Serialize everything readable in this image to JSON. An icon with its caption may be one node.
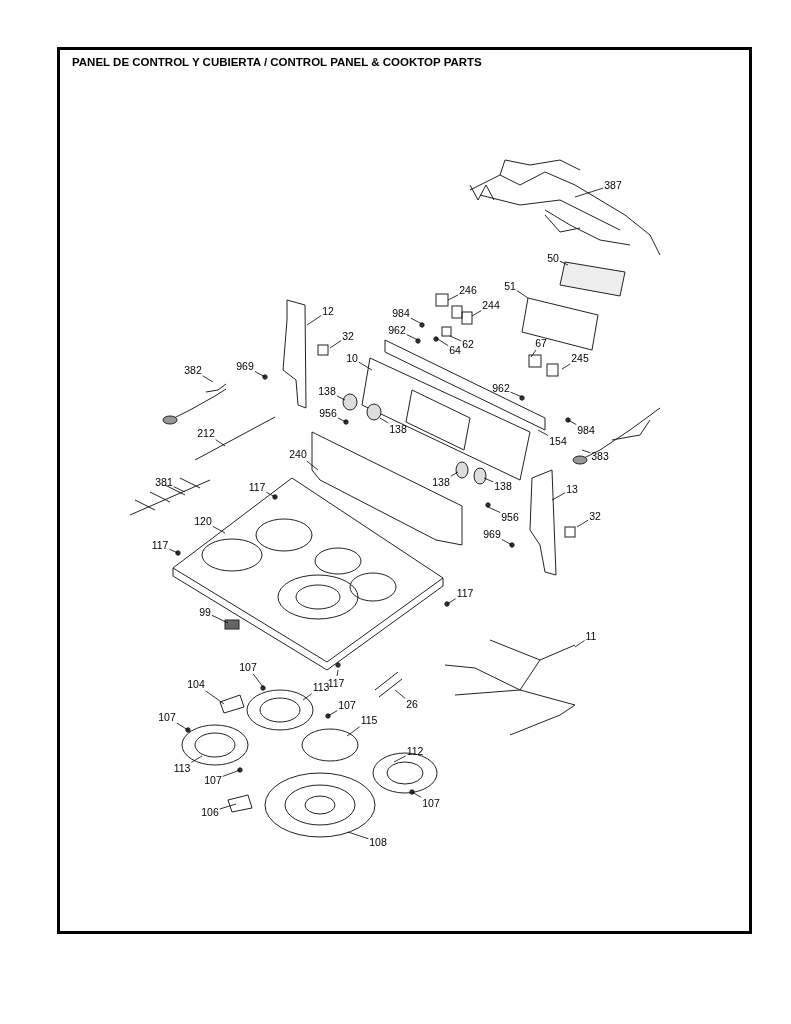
{
  "diagram": {
    "title": "PANEL DE CONTROL Y CUBIERTA / CONTROL PANEL & COOKTOP PARTS",
    "nodes": [
      {
        "text": [
          "387"
        ]
      },
      {
        "text": [
          "50"
        ]
      },
      {
        "text": [
          "246"
        ]
      },
      {
        "text": [
          "51"
        ]
      },
      {
        "text": [
          "244"
        ]
      },
      {
        "text": [
          "12"
        ]
      },
      {
        "text": [
          "984"
        ]
      },
      {
        "text": [
          "32"
        ]
      },
      {
        "text": [
          "962"
        ]
      },
      {
        "text": [
          "62"
        ]
      },
      {
        "text": [
          "64"
        ]
      },
      {
        "text": [
          "67"
        ]
      },
      {
        "text": [
          "10"
        ]
      },
      {
        "text": [
          "245"
        ]
      },
      {
        "text": [
          "969"
        ]
      },
      {
        "text": [
          "382"
        ]
      },
      {
        "text": [
          "138"
        ]
      },
      {
        "text": [
          "962"
        ]
      },
      {
        "text": [
          "956"
        ]
      },
      {
        "text": [
          "138"
        ]
      },
      {
        "text": [
          "154"
        ]
      },
      {
        "text": [
          "984"
        ]
      },
      {
        "text": [
          "212"
        ]
      },
      {
        "text": [
          "383"
        ]
      },
      {
        "text": [
          "240"
        ]
      },
      {
        "text": [
          "138"
        ]
      },
      {
        "text": [
          "138"
        ]
      },
      {
        "text": [
          "13"
        ]
      },
      {
        "text": [
          "381"
        ]
      },
      {
        "text": [
          "117"
        ]
      },
      {
        "text": [
          "956"
        ]
      },
      {
        "text": [
          "32"
        ]
      },
      {
        "text": [
          "120"
        ]
      },
      {
        "text": [
          "969"
        ]
      },
      {
        "text": [
          "117"
        ]
      },
      {
        "text": [
          "117"
        ]
      },
      {
        "text": [
          "99"
        ]
      },
      {
        "text": [
          "11"
        ]
      },
      {
        "text": [
          "117"
        ]
      },
      {
        "text": [
          "26"
        ]
      },
      {
        "text": [
          "107"
        ]
      },
      {
        "text": [
          "104"
        ]
      },
      {
        "text": [
          "113"
        ]
      },
      {
        "text": [
          "107"
        ]
      },
      {
        "text": [
          "107"
        ]
      },
      {
        "text": [
          "115"
        ]
      },
      {
        "text": [
          "112"
        ]
      },
      {
        "text": [
          "113"
        ]
      },
      {
        "text": [
          "107"
        ]
      },
      {
        "text": [
          "107"
        ]
      },
      {
        "text": [
          "106"
        ]
      },
      {
        "text": [
          "108"
        ]
      }
    ],
    "edges": [
      {
        "from": 0,
        "to": null,
        "arrow": "none"
      },
      {
        "from": 1,
        "to": null,
        "arrow": "none"
      },
      {
        "from": 2,
        "to": null,
        "arrow": "none"
      },
      {
        "from": 3,
        "to": null,
        "arrow": "none"
      },
      {
        "from": 4,
        "to": null,
        "arrow": "none"
      },
      {
        "from": 5,
        "to": null,
        "arrow": "none"
      },
      {
        "from": 6,
        "to": null,
        "arrow": "none"
      },
      {
        "from": 7,
        "to": null,
        "arrow": "none"
      },
      {
        "from": 8,
        "to": null,
        "arrow": "none"
      },
      {
        "from": 9,
        "to": null,
        "arrow": "none"
      },
      {
        "from": 10,
        "to": null,
        "arrow": "none"
      },
      {
        "from": 11,
        "to": null,
        "arrow": "none"
      },
      {
        "from": 12,
        "to": null,
        "arrow": "none"
      },
      {
        "from": 13,
        "to": null,
        "arrow": "none"
      },
      {
        "from": 14,
        "to": null,
        "arrow": "none"
      },
      {
        "from": 15,
        "to": null,
        "arrow": "none"
      },
      {
        "from": 16,
        "to": null,
        "arrow": "none"
      },
      {
        "from": 17,
        "to": null,
        "arrow": "none"
      },
      {
        "from": 18,
        "to": null,
        "arrow": "none"
      },
      {
        "from": 19,
        "to": null,
        "arrow": "none"
      },
      {
        "from": 20,
        "to": null,
        "arrow": "none"
      },
      {
        "from": 21,
        "to": null,
        "arrow": "none"
      },
      {
        "from": 22,
        "to": null,
        "arrow": "none"
      },
      {
        "from": 23,
        "to": null,
        "arrow": "none"
      },
      {
        "from": 24,
        "to": null,
        "arrow": "none"
      },
      {
        "from": 25,
        "to": null,
        "arrow": "none"
      },
      {
        "from": 26,
        "to": null,
        "arrow": "none"
      },
      {
        "from": 27,
        "to": null,
        "arrow": "none"
      },
      {
        "from": 28,
        "to": null,
        "arrow": "none"
      },
      {
        "from": 29,
        "to": null,
        "arrow": "none"
      },
      {
        "from": 30,
        "to": null,
        "arrow": "none"
      },
      {
        "from": 31,
        "to": null,
        "arrow": "none"
      },
      {
        "from": 32,
        "to": null,
        "arrow": "none"
      },
      {
        "from": 33,
        "to": null,
        "arrow": "none"
      },
      {
        "from": 34,
        "to": null,
        "arrow": "none"
      },
      {
        "from": 35,
        "to": null,
        "arrow": "none"
      },
      {
        "from": 36,
        "to": null,
        "arrow": "none"
      },
      {
        "from": 37,
        "to": null,
        "arrow": "none"
      },
      {
        "from": 38,
        "to": null,
        "arrow": "none"
      },
      {
        "from": 39,
        "to": null,
        "arrow": "none"
      },
      {
        "from": 40,
        "to": null,
        "arrow": "none"
      },
      {
        "from": 41,
        "to": null,
        "arrow": "none"
      },
      {
        "from": 42,
        "to": null,
        "arrow": "none"
      },
      {
        "from": 43,
        "to": null,
        "arrow": "none"
      },
      {
        "from": 44,
        "to": null,
        "arrow": "none"
      },
      {
        "from": 45,
        "to": null,
        "arrow": "none"
      },
      {
        "from": 46,
        "to": null,
        "arrow": "none"
      },
      {
        "from": 47,
        "to": null,
        "arrow": "none"
      },
      {
        "from": 48,
        "to": null,
        "arrow": "none"
      },
      {
        "from": 49,
        "to": null,
        "arrow": "none"
      },
      {
        "from": 50,
        "to": null,
        "arrow": "none"
      },
      {
        "from": 51,
        "to": null,
        "arrow": "none"
      }
    ]
  }
}
